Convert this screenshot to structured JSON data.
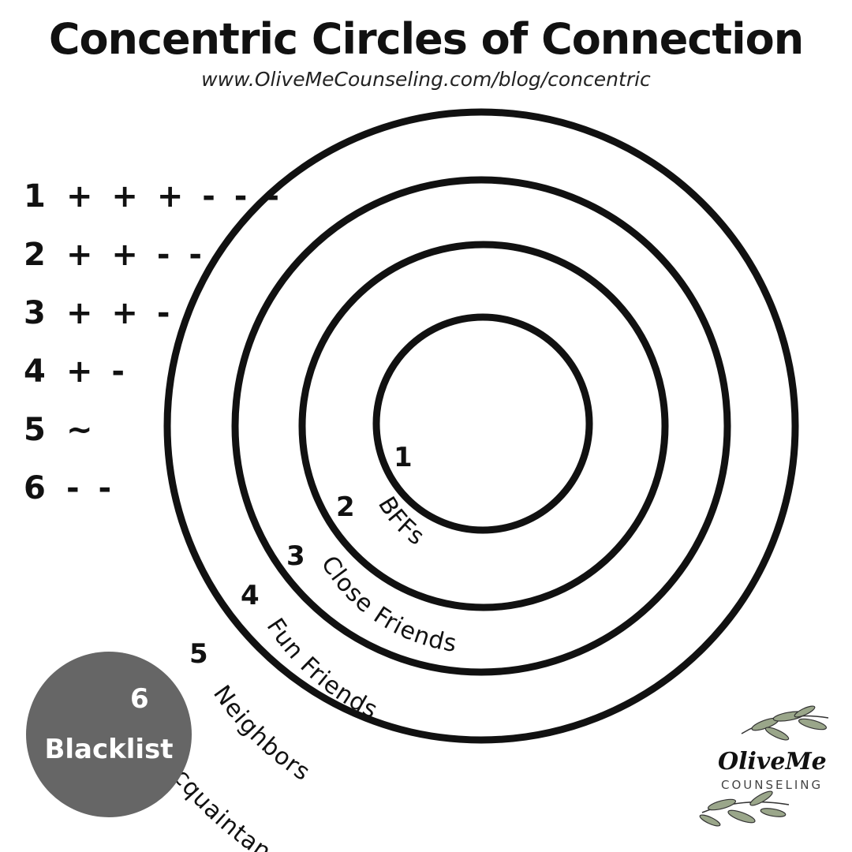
{
  "header": {
    "title": "Concentric Circles of Connection",
    "url": "www.OliveMeCounseling.com/blog/concentric"
  },
  "legend": [
    {
      "num": "1",
      "marks": "+ + + - - -"
    },
    {
      "num": "2",
      "marks": "+ + - -"
    },
    {
      "num": "3",
      "marks": "+ + -"
    },
    {
      "num": "4",
      "marks": "+ -"
    },
    {
      "num": "5",
      "marks": "~"
    },
    {
      "num": "6",
      "marks": "- -"
    }
  ],
  "rings": [
    {
      "num": "1",
      "label": "BFFs"
    },
    {
      "num": "2",
      "label": "Close Friends"
    },
    {
      "num": "3",
      "label": "Fun Friends"
    },
    {
      "num": "4",
      "label": "Neighbors"
    },
    {
      "num": "5",
      "label": "Acquaintances"
    }
  ],
  "blacklist": {
    "num": "6",
    "label": "Blacklist"
  },
  "logo": {
    "name": "OliveMe",
    "sub": "COUNSELING",
    "icon": "olive-branch-icon"
  },
  "colors": {
    "ink": "#111111",
    "blacklist_fill": "#666666",
    "leaf": "#9aa68a"
  }
}
